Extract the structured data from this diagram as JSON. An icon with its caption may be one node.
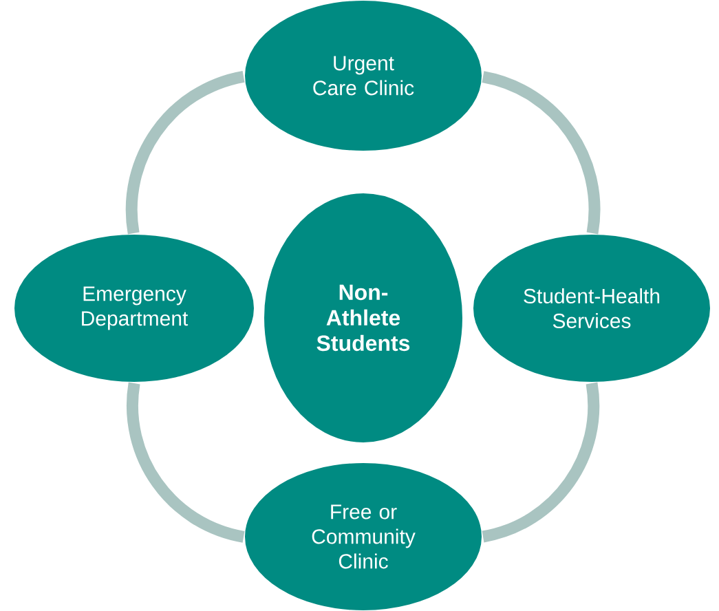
{
  "diagram": {
    "nodes": [
      {
        "text": [
          "Urgent Care Clinic"
        ]
      },
      {
        "text": [
          "Emergency Department"
        ]
      },
      {
        "text": [
          "Non-Athlete Students"
        ]
      },
      {
        "text": [
          "Student-Health Services"
        ]
      },
      {
        "text": [
          "Free or Community Clinic"
        ]
      }
    ],
    "edges": [
      {
        "from": 0,
        "to": 3,
        "arrow": "none"
      },
      {
        "from": 3,
        "to": 4,
        "arrow": "none"
      },
      {
        "from": 4,
        "to": 1,
        "arrow": "none"
      },
      {
        "from": 1,
        "to": 0,
        "arrow": "none"
      }
    ]
  }
}
